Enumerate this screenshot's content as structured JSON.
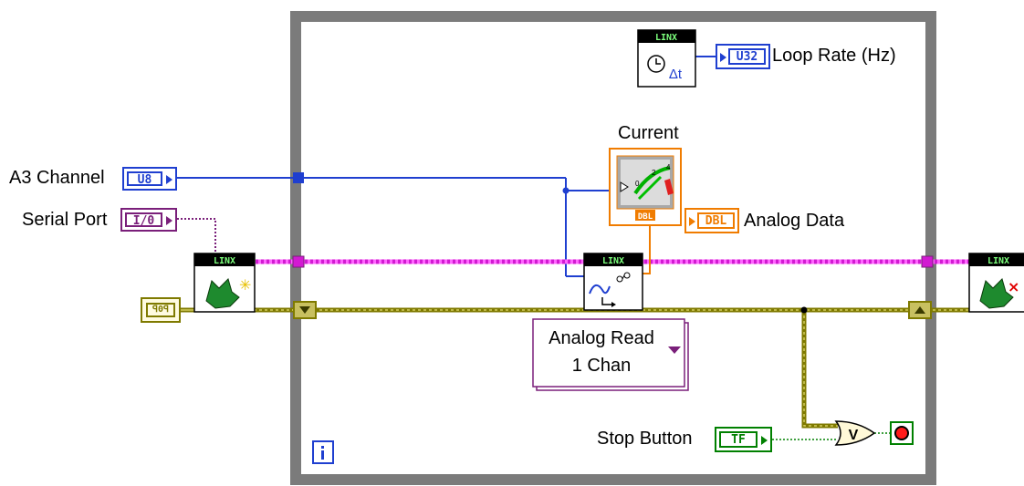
{
  "controls": {
    "a3_channel": {
      "label": "A3 Channel",
      "type": "U8"
    },
    "serial_port": {
      "label": "Serial Port",
      "type": "I/0"
    },
    "stop_button": {
      "label": "Stop Button",
      "type": "TF"
    }
  },
  "indicators": {
    "loop_rate": {
      "label": "Loop Rate (Hz)",
      "type": "U32"
    },
    "analog_data": {
      "label": "Analog Data",
      "type": "DBL"
    },
    "current_gauge": {
      "label": "Current",
      "type": "DBL",
      "scale": [
        "0",
        "2",
        "4"
      ]
    }
  },
  "vis": {
    "open": {
      "header": "LINX"
    },
    "loop_rate": {
      "header": "LINX",
      "symbol": "Δt"
    },
    "analog_read": {
      "header": "LINX"
    },
    "close": {
      "header": "LINX"
    }
  },
  "polymorphic_selector": {
    "line1": "Analog Read",
    "line2": "1 Chan"
  },
  "error_constant": {
    "text": "ꟼ0ꟼ"
  },
  "or_gate": {
    "symbol": "V"
  },
  "colors": {
    "numeric_int": "#1f3fd0",
    "numeric_dbl": "#f07c00",
    "visa": "#d21ad2",
    "visa_dark": "#7a1f7a",
    "error_cluster": "#7f7a00",
    "error_cluster_light": "#c8c060",
    "boolean": "#008000",
    "loop_frame": "#7b7b7b"
  }
}
